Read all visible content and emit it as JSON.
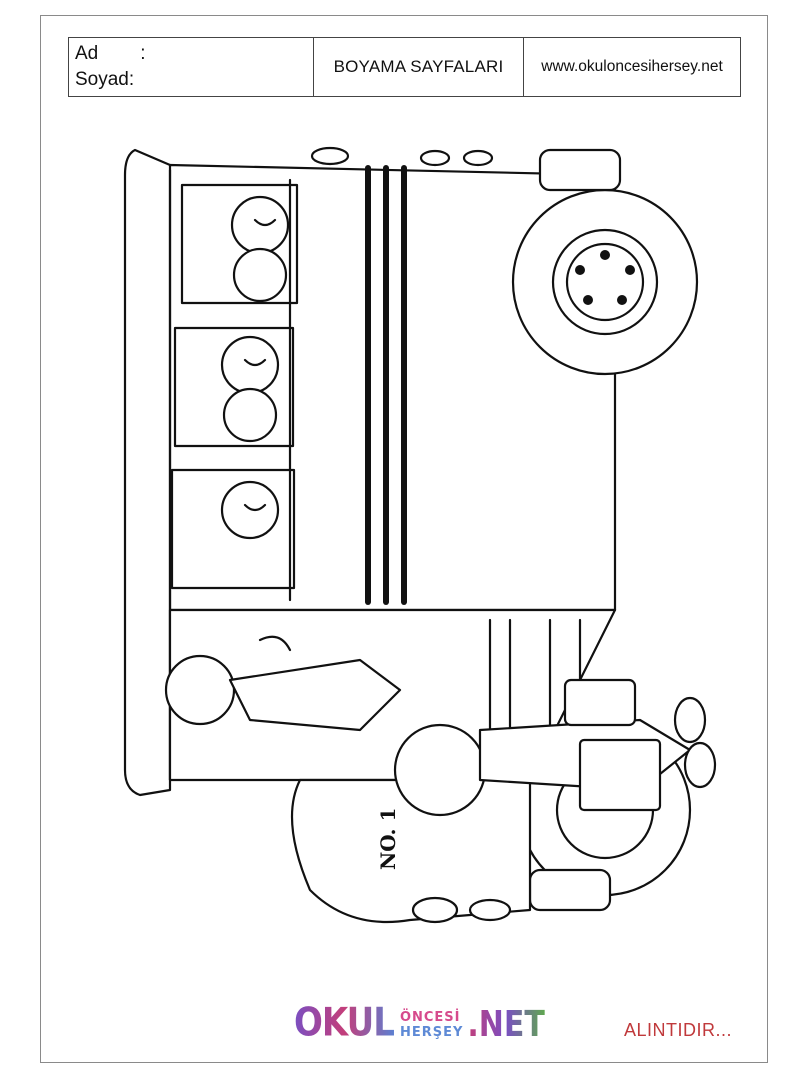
{
  "header": {
    "name_label": "Ad",
    "surname_label": "Soyad:",
    "colon": ":",
    "title": "BOYAMA SAYFALARI",
    "website": "www.okuloncesihersey.net"
  },
  "illustration": {
    "bus_number": "NO. 1"
  },
  "footer": {
    "logo_okul": "OKUL",
    "logo_oncesi": "ÖNCESİ",
    "logo_hersey": "HERŞEY",
    "logo_net": ".NET",
    "credit": "ALINTIDIR..."
  }
}
